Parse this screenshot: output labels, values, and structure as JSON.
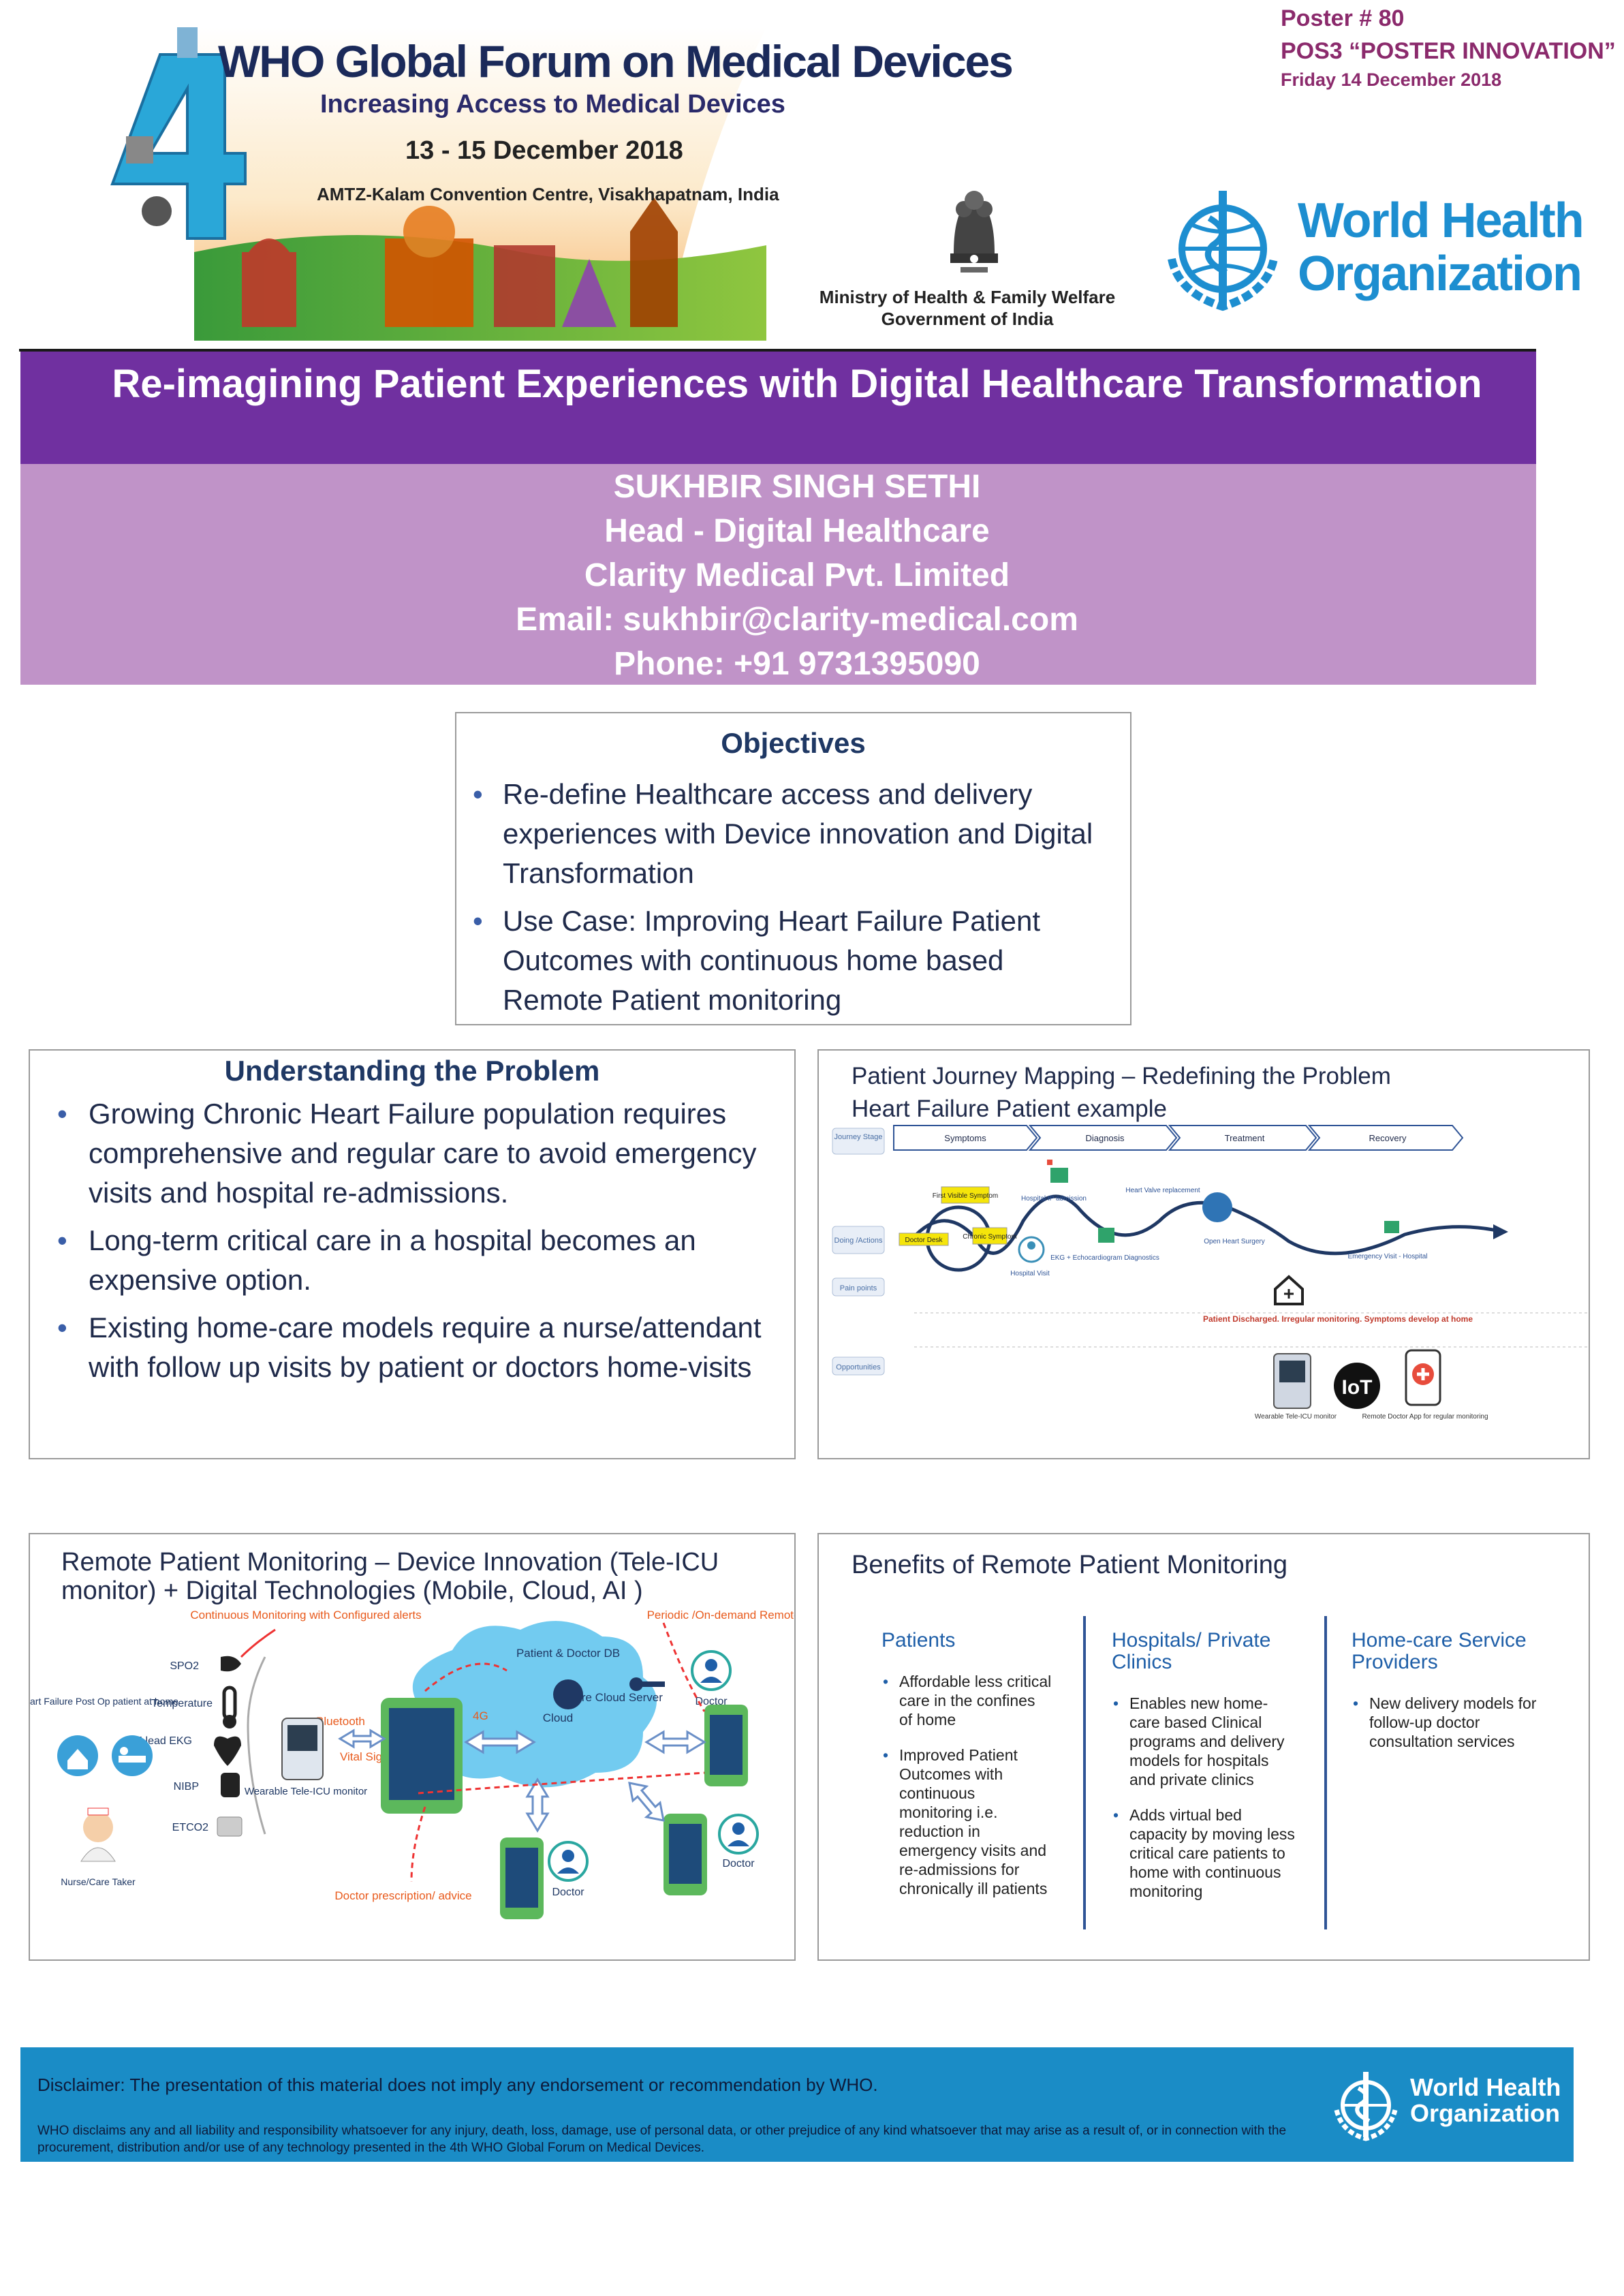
{
  "header": {
    "forum_title": "WHO Global Forum on Medical Devices",
    "forum_subtitle": "Increasing Access to Medical Devices",
    "forum_dates": "13 - 15 December 2018",
    "forum_venue": "AMTZ-Kalam Convention Centre, Visakhapatnam, India",
    "poster_number": "Poster # 80",
    "poster_category": "POS3 “POSTER INNOVATION”",
    "poster_date": "Friday 14 December 2018",
    "ministry_line1": "Ministry of Health & Family Welfare",
    "ministry_line2": "Government of India",
    "who_line1": "World Health",
    "who_line2": "Organization"
  },
  "title": "Re-imagining Patient Experiences with Digital Healthcare Transformation",
  "author": {
    "name": "SUKHBIR SINGH SETHI",
    "role": "Head - Digital Healthcare",
    "company": "Clarity Medical Pvt. Limited",
    "email": "Email: sukhbir@clarity-medical.com",
    "phone": "Phone: +91 9731395090"
  },
  "objectives": {
    "heading": "Objectives",
    "items": [
      "Re-define Healthcare access and delivery experiences with Device innovation and Digital Transformation",
      "Use Case: Improving Heart Failure Patient Outcomes with continuous home based Remote Patient monitoring"
    ]
  },
  "problem": {
    "heading": "Understanding the Problem",
    "items": [
      "Growing Chronic Heart Failure population requires comprehensive and regular care to avoid emergency visits and hospital re-admissions.",
      "Long-term critical care in a hospital becomes an expensive option.",
      "Existing home-care models require a nurse/attendant with follow up visits by patient or doctors home-visits"
    ]
  },
  "journey": {
    "title_line1": "Patient Journey Mapping –   Redefining the Problem",
    "title_line2": "Heart Failure Patient example",
    "row_journey_stage": "Journey Stage",
    "row_doing": "Doing /Actions",
    "row_pain": "Pain points",
    "row_opportunities": "Opportunities",
    "stages": [
      "Symptoms",
      "Diagnosis",
      "Treatment",
      "Recovery"
    ],
    "first_visible_symptom": "First Visible Symptom",
    "doctor_desk": "Doctor Desk",
    "chronic_symptom": "Chronic Symptom",
    "hospital_visit": "Hospital Visit",
    "hospital_ip": "Hospital IP admission",
    "ekg": "EKG + Echocardiogram Diagnostics",
    "heart_valve": "Heart Valve replacement",
    "open_heart": "Open Heart Surgery",
    "emergency": "Emergency Visit - Hospital",
    "pain_point_text": "Patient Discharged. Irregular monitoring. Symptoms develop at home",
    "opp_wearable": "Wearable Tele-ICU monitor",
    "opp_iot": "IoT",
    "opp_app": "Remote Doctor App for regular monitoring"
  },
  "rpm": {
    "title_line1": "Remote Patient Monitoring – Device Innovation (Tele-ICU",
    "title_line2": "monitor) + Digital Technologies (Mobile, Cloud, AI )",
    "continuous": "Continuous Monitoring with Configured alerts",
    "patient_db": "Patient & Doctor DB",
    "periodic": "Periodic /On-demand Remote Viewing",
    "secure_cloud": "Secure Cloud Server",
    "cloud": "Cloud",
    "heart_failure_patient": "Heart Failure Post Op patient at home",
    "spo2": "SPO2",
    "temperature": "Temperature",
    "ekg": "5 lead EKG",
    "nibp": "NIBP",
    "etco2": "ETCO2",
    "bluetooth": "Bluetooth",
    "vital_signs": "Vital Signs",
    "wearable": "Wearable Tele-ICU monitor",
    "nurse": "Nurse/Care Taker",
    "doctor": "Doctor",
    "doctor_prescription": "Doctor prescription/ advice",
    "g4": "4G"
  },
  "benefits": {
    "title": "Benefits of Remote Patient Monitoring",
    "columns": [
      {
        "heading": "Patients",
        "items": [
          "Affordable less critical care in the confines of home",
          "Improved Patient Outcomes with continuous monitoring i.e. reduction in emergency visits and re-admissions for chronically ill patients"
        ]
      },
      {
        "heading": "Hospitals/ Private Clinics",
        "items": [
          "Enables new home-care based Clinical programs and delivery models for hospitals and private clinics",
          "Adds virtual bed capacity by moving less critical care patients to home with continuous monitoring"
        ]
      },
      {
        "heading": "Home-care Service Providers",
        "items": [
          "New delivery models for follow-up doctor consultation services"
        ]
      }
    ]
  },
  "footer": {
    "disclaimer": "Disclaimer:   The presentation of this material does not imply any endorsement or recommendation by WHO.",
    "fine_print": "WHO disclaims any and all liability and responsibility whatsoever for  any injury, death, loss, damage, use of personal data, or other prejudice of any kind whatsoever that may arise as a result of, or in connection with the procurement, distribution and/or use of any technology  presented in the 4th WHO Global Forum on Medical Devices.",
    "who_line1": "World Health",
    "who_line2": "Organization"
  },
  "colors": {
    "title_banner": "#7030a0",
    "author_banner": "#c093c8",
    "who_blue": "#1d8ed0",
    "footer_blue": "#1a8cc6",
    "heading_navy": "#1f3864"
  }
}
